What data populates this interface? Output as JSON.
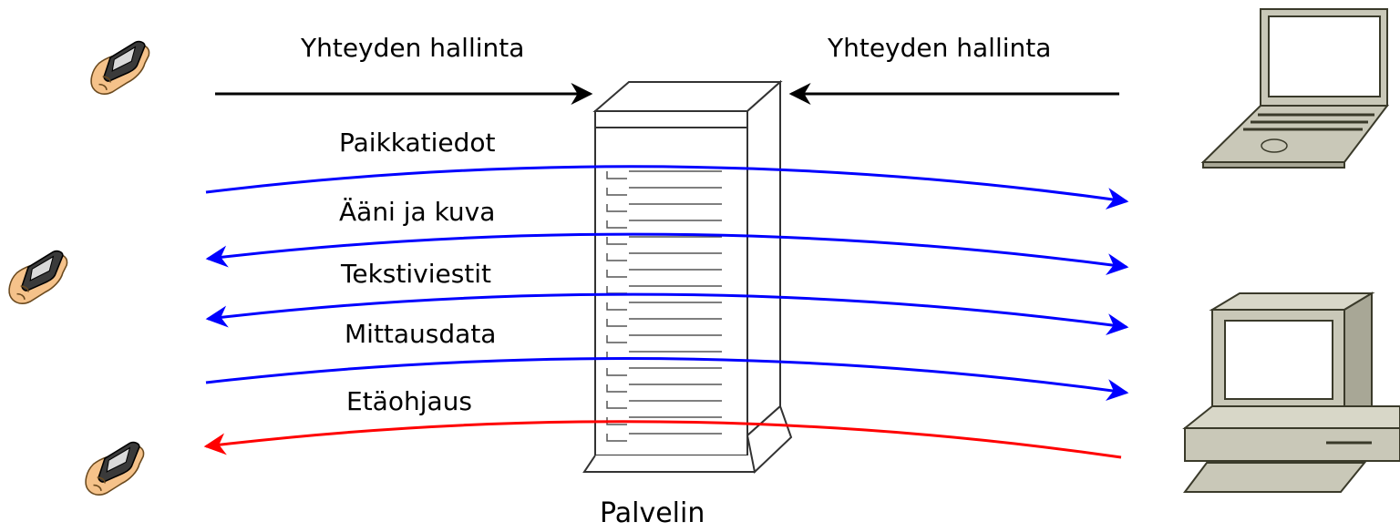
{
  "labels": {
    "conn_left": "Yhteyden hallinta",
    "conn_right": "Yhteyden hallinta",
    "flow1": "Paikkatiedot",
    "flow2": "Ääni ja kuva",
    "flow3": "Tekstiviestit",
    "flow4": "Mittausdata",
    "flow5": "Etäohjaus",
    "server": "Palvelin"
  },
  "colors": {
    "control_arrow": "#000000",
    "data_arrow": "#0000ff",
    "remote_control_arrow": "#ff0000",
    "device_body": "#c9c8b8",
    "hand": "#f5c28a"
  },
  "icons": [
    "hand-held-phone-icon",
    "hand-held-phone-icon",
    "hand-held-phone-icon",
    "server-tower-icon",
    "laptop-icon",
    "desktop-computer-icon"
  ]
}
